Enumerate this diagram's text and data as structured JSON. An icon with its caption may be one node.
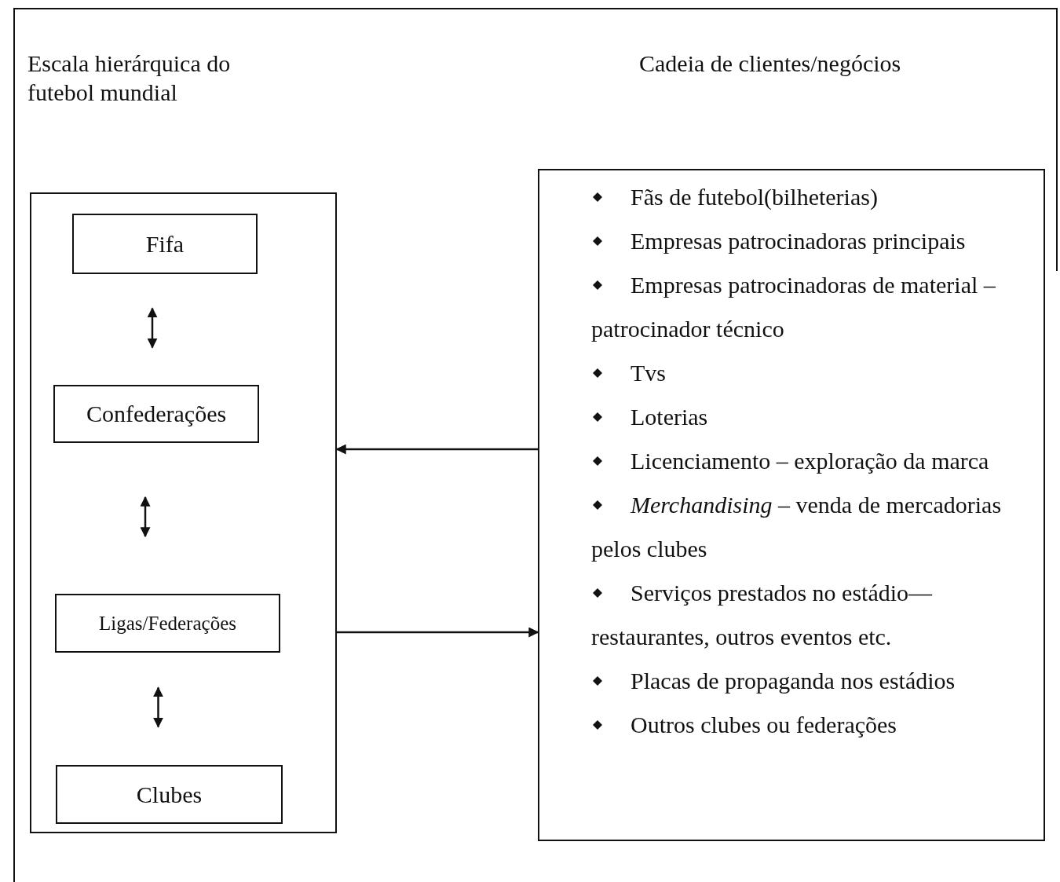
{
  "diagram": {
    "nodes": [
      {
        "text": [
          "Escala hierárquica do futebol mundial"
        ]
      },
      {
        "text": [
          "Fifa"
        ],
        "in": 0
      },
      {
        "text": [
          "Confederações"
        ],
        "in": 0
      },
      {
        "text": [
          "Ligas/Federações"
        ],
        "in": 0
      },
      {
        "text": [
          "Clubes"
        ],
        "in": 0
      },
      {
        "text": [
          "Cadeia de clientes/negócios",
          "Fãs de futebol(bilheterias)",
          "Empresas patrocinadoras principais",
          "Empresas patrocinadoras de material – patrocinador técnico",
          "Tvs",
          "Loterias",
          "Licenciamento – exploração da marca",
          "*Merchandising* – venda de mercadorias pelos clubes",
          "Serviços prestados no estádio— restaurantes, outros eventos etc.",
          "Placas de propaganda nos estádios",
          "Outros clubes ou federações"
        ]
      }
    ],
    "edges": [
      {
        "from": 1,
        "to": 2,
        "arrow": "both"
      },
      {
        "from": 2,
        "to": 3,
        "arrow": "both"
      },
      {
        "from": 3,
        "to": 4,
        "arrow": "both"
      },
      {
        "from": 5,
        "to": 0,
        "arrow": "to"
      },
      {
        "from": 0,
        "to": 5,
        "arrow": "to"
      }
    ]
  }
}
